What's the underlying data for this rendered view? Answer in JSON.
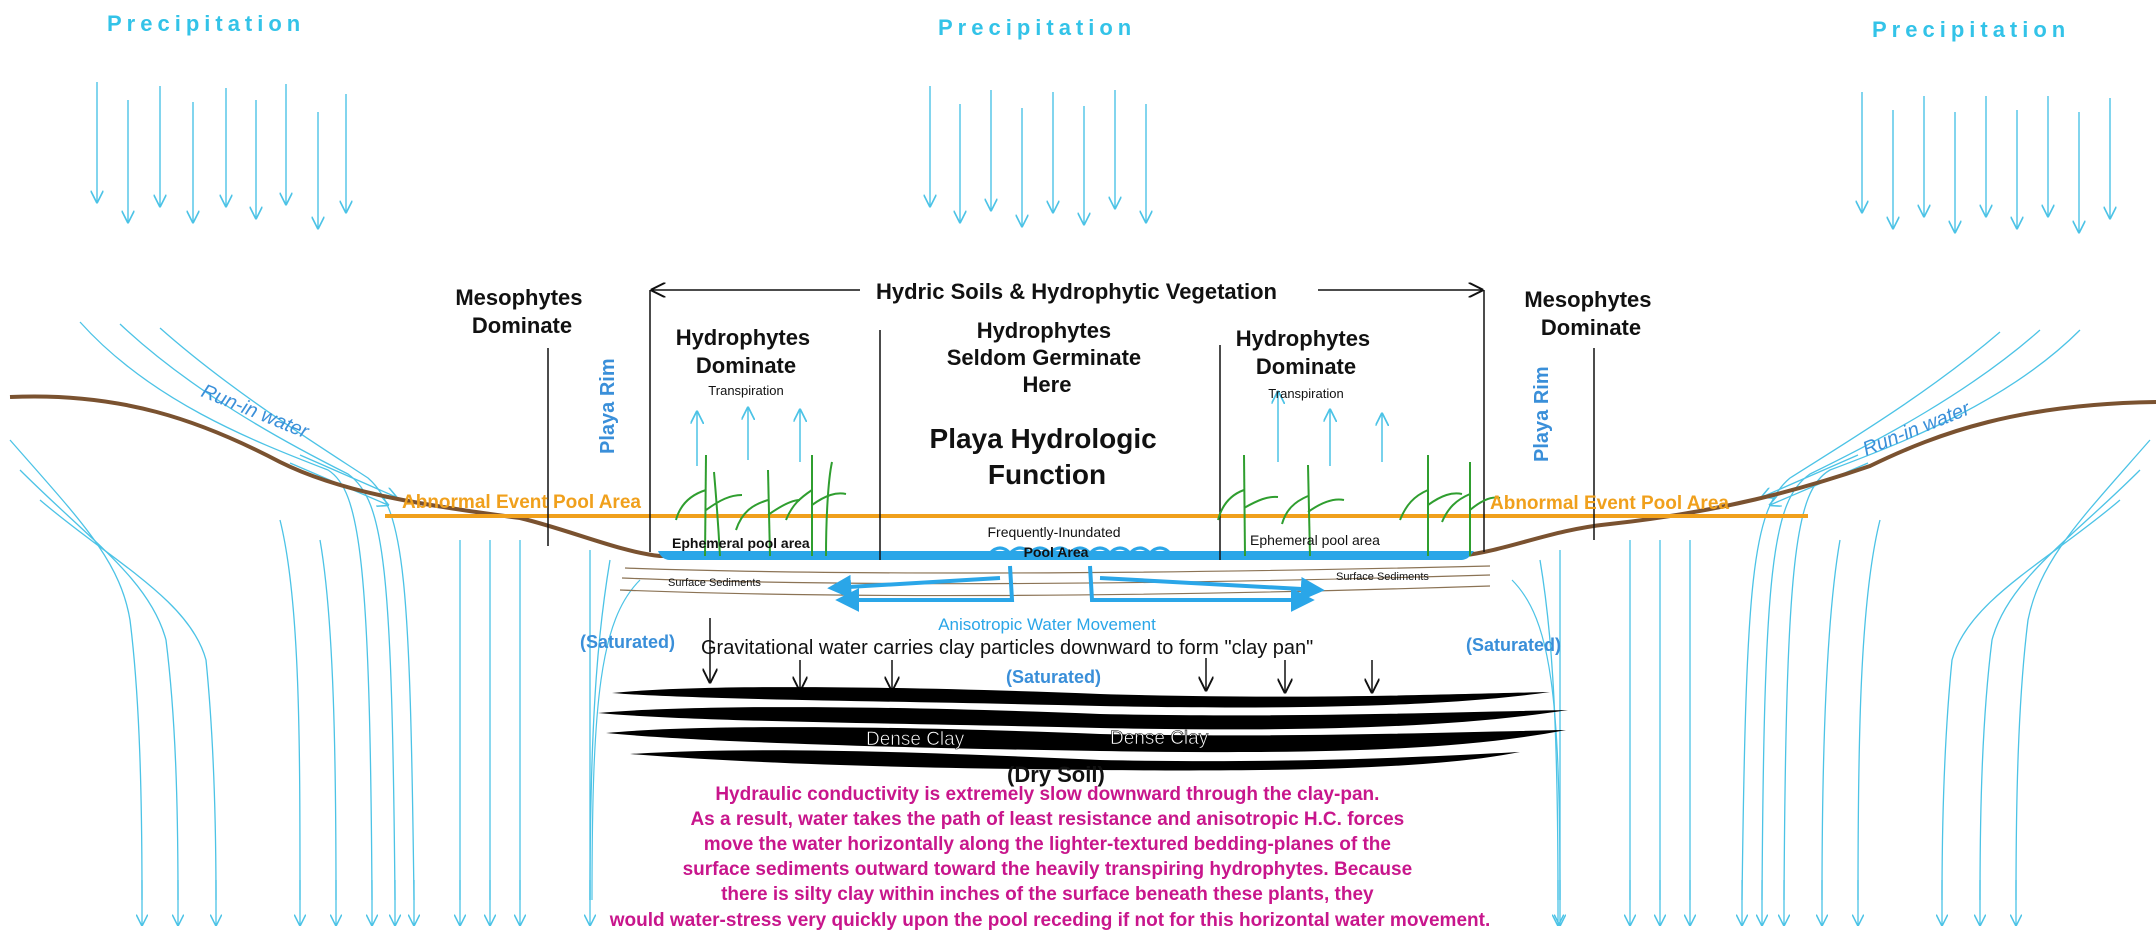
{
  "precipitation": [
    "Precipitation",
    "Precipitation",
    "Precipitation"
  ],
  "labels": {
    "hydric_header": "Hydric Soils & Hydrophytic Vegetation",
    "mesophytes": [
      "Mesophytes",
      "Dominate"
    ],
    "hydrophytes_dominate": [
      "Hydrophytes",
      "Dominate"
    ],
    "transpiration": "Transpiration",
    "hydrophytes_seldom": [
      "Hydrophytes",
      "Seldom Germinate",
      "Here"
    ],
    "playa_function": [
      "Playa Hydrologic",
      "Function"
    ],
    "playa_rim": "Playa Rim",
    "run_in": "Run-in water",
    "abnormal_pool": "Abnormal Event Pool Area",
    "ephemeral_pool": "Ephemeral pool area",
    "frequently_inundated": [
      "Frequently-Inundated",
      "Pool Area"
    ],
    "surface_sediments": "Surface Sediments",
    "anisotropic": "Anisotropic Water Movement",
    "saturated": "(Saturated)",
    "gravitational": "Gravitational water carries clay particles downward to form \"clay pan\"",
    "dense_clay": "Dense Clay",
    "dry_soil": "(Dry Soil)"
  },
  "description": [
    "Hydraulic conductivity is extremely slow downward through the clay-pan.",
    "As a result, water takes the path of least resistance and anisotropic H.C. forces",
    "move the water horizontally along the lighter-textured bedding-planes of the",
    "surface sediments outward toward the heavily transpiring hydrophytes.  Because",
    "there is silty clay within inches of the surface beneath these plants, they",
    "would water-stress very quickly upon the pool receding if not for this horizontal water movement."
  ],
  "colors": {
    "precipitation": "#33c3e8",
    "water_lines": "#4cc3e6",
    "ground": "#7a5230",
    "pool": "#2aa6e8",
    "abnormal_line": "#f0a01c",
    "clay": "#000000",
    "description": "#c8168c",
    "label_blue": "#3a8fd9",
    "plants": "#2f9e2f"
  }
}
